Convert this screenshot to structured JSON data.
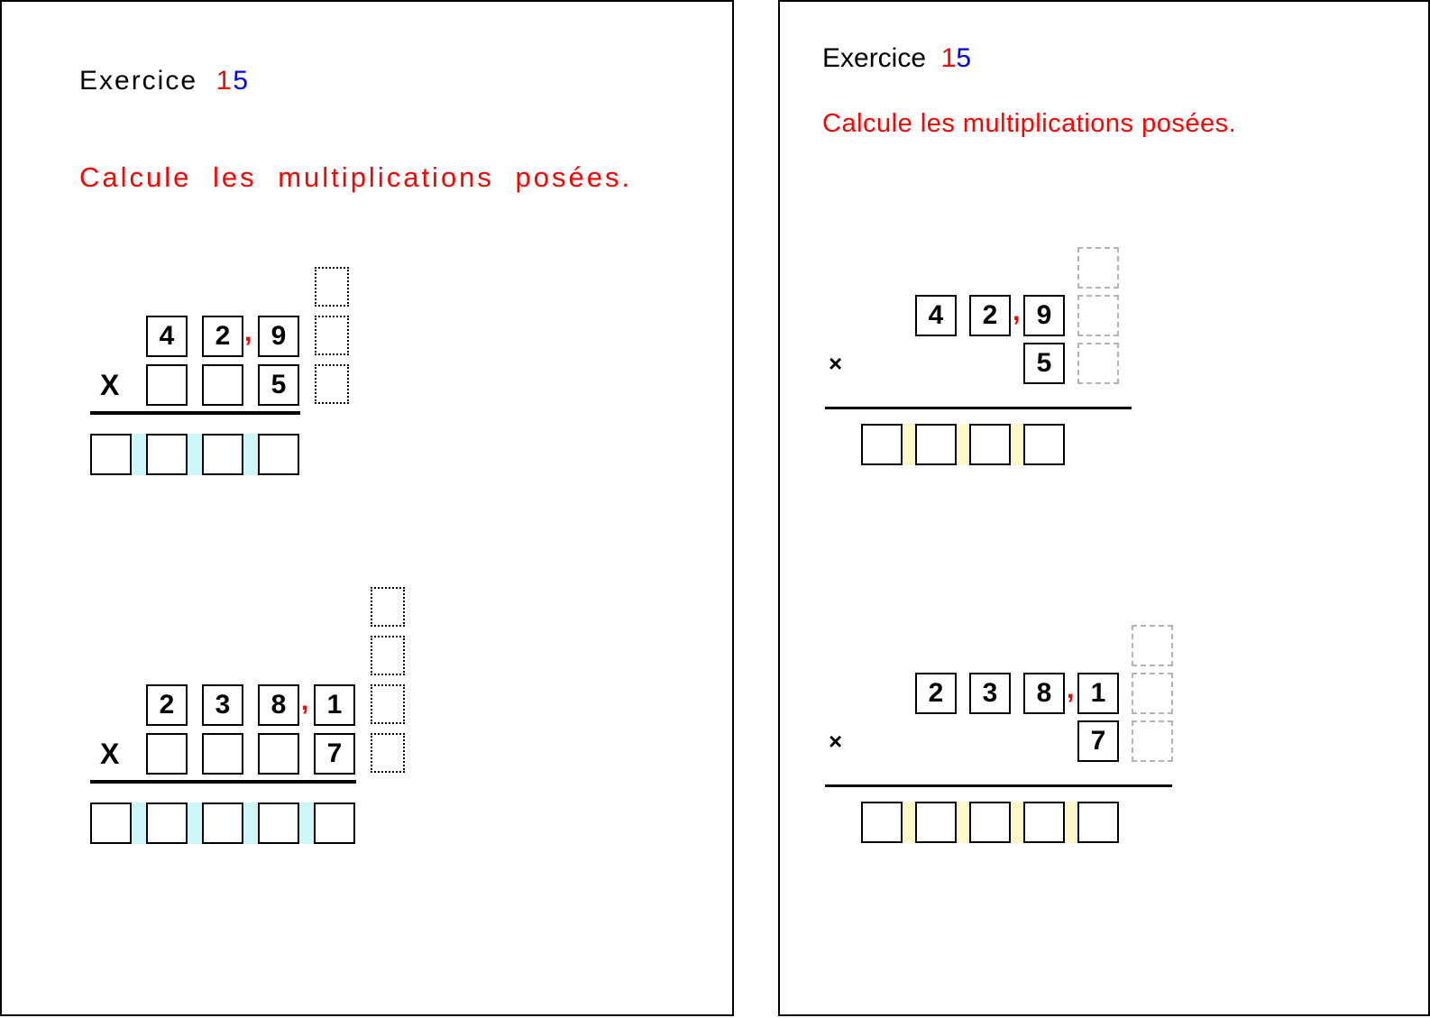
{
  "left": {
    "title_word": "Exercice",
    "title_num_red": "1",
    "title_num_blue": "5",
    "instruction": "Calcule les multiplications posées.",
    "ex1": {
      "operator": "X",
      "digits_top": [
        "4",
        "2",
        "9"
      ],
      "digit_bottom": "5",
      "comma": ","
    },
    "ex2": {
      "operator": "X",
      "digits_top": [
        "2",
        "3",
        "8",
        "1"
      ],
      "digit_bottom": "7",
      "comma": ","
    }
  },
  "right": {
    "title_word": "Exercice",
    "title_num_red": "1",
    "title_num_blue": "5",
    "instruction": "Calcule les multiplications posées.",
    "ex1": {
      "operator": "×",
      "digits_top": [
        "4",
        "2",
        "9"
      ],
      "digit_bottom": "5",
      "comma": ","
    },
    "ex2": {
      "operator": "×",
      "digits_top": [
        "2",
        "3",
        "8",
        "1"
      ],
      "digit_bottom": "7",
      "comma": ","
    }
  },
  "colors": {
    "accent_red": "#ff0000",
    "accent_blue": "#0000ff",
    "gap_cyan": "#ccf6f8",
    "gap_yellow": "#fff8c8",
    "dashed_gray": "#b3b3b3"
  }
}
